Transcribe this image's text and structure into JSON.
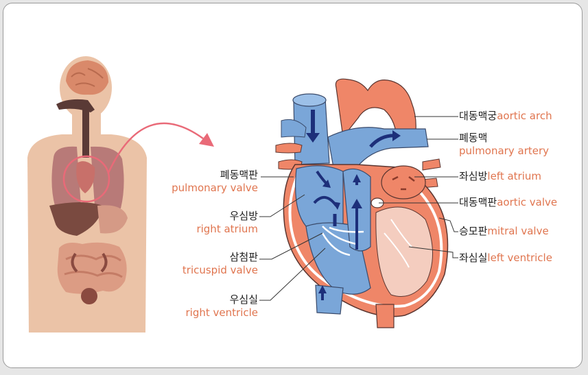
{
  "labels": {
    "aortic_arch": {
      "ko": "대동맥궁",
      "en": "aortic arch"
    },
    "pulmonary_artery": {
      "ko": "폐동맥",
      "en": "pulmonary artery"
    },
    "left_atrium": {
      "ko": "좌심방",
      "en": "left atrium"
    },
    "aortic_valve": {
      "ko": "대동맥판",
      "en": "aortic valve"
    },
    "mitral_valve": {
      "ko": "승모판",
      "en": "mitral valve"
    },
    "left_ventricle": {
      "ko": "좌심실",
      "en": "left ventricle"
    },
    "pulmonary_valve": {
      "ko": "폐동맥판",
      "en": "pulmonary valve"
    },
    "right_atrium": {
      "ko": "우심방",
      "en": "right atrium"
    },
    "tricuspid_valve": {
      "ko": "삼첨판",
      "en": "tricuspid valve"
    },
    "right_ventricle": {
      "ko": "우심실",
      "en": "right ventricle"
    }
  },
  "colors": {
    "english_label": "#e0754f",
    "body_skin": "#ebc3a7",
    "oxygenated": "#ef8668",
    "deoxygenated": "#7aa6d8",
    "arrow_dark": "#1d2f7a",
    "pointer_arrow": "#e96a78"
  }
}
